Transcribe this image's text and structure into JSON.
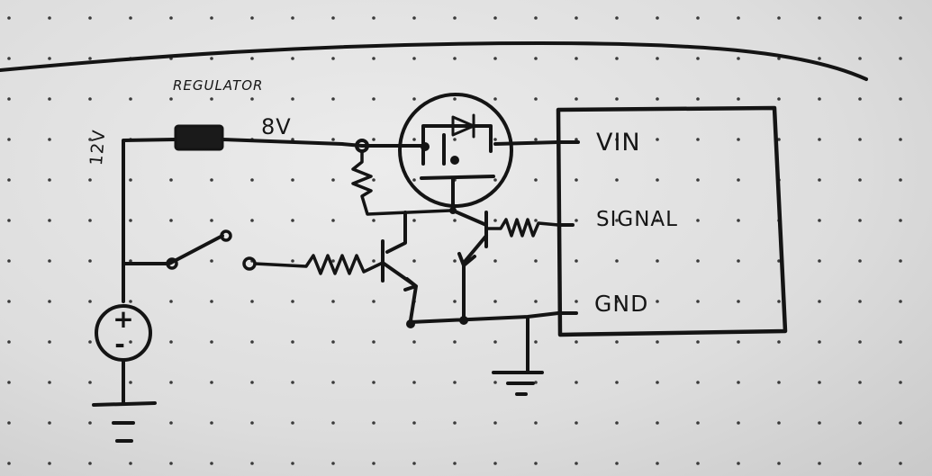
{
  "labels": {
    "regulator": "REGULATOR",
    "regulator_output": "8V",
    "supply_voltage": "12V",
    "vin": "VIN",
    "signal": "SIGNAL",
    "gnd": "GND"
  },
  "battery": {
    "plus": "+",
    "minus": "-"
  },
  "colors": {
    "paper": "#dddddd",
    "ink": "#141414",
    "grid_dot": "#3a3a3a"
  }
}
